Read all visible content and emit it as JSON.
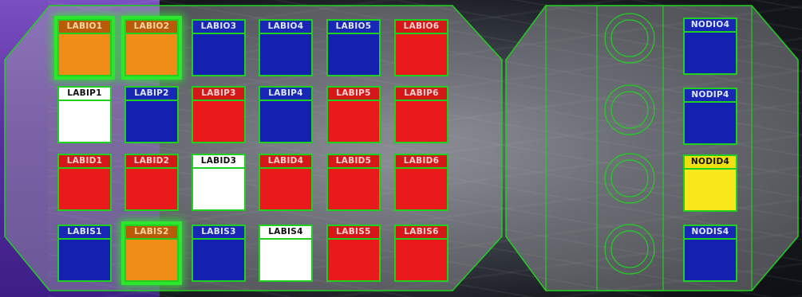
{
  "lab": {
    "racks": [
      {
        "id": "LABIO1",
        "label": "LABIO1",
        "color": "orange",
        "highlight": true
      },
      {
        "id": "LABIO2",
        "label": "LABIO2",
        "color": "orange",
        "highlight": true
      },
      {
        "id": "LABIO3",
        "label": "LABIO3",
        "color": "blue",
        "highlight": false
      },
      {
        "id": "LABIO4",
        "label": "LABIO4",
        "color": "blue",
        "highlight": false
      },
      {
        "id": "LABIO5",
        "label": "LABIO5",
        "color": "blue",
        "highlight": false
      },
      {
        "id": "LABIO6",
        "label": "LABIO6",
        "color": "red",
        "highlight": false
      },
      {
        "id": "LABIP1",
        "label": "LABIP1",
        "color": "white",
        "highlight": false
      },
      {
        "id": "LABIP2",
        "label": "LABIP2",
        "color": "blue",
        "highlight": false
      },
      {
        "id": "LABIP3",
        "label": "LABIP3",
        "color": "red",
        "highlight": false
      },
      {
        "id": "LABIP4",
        "label": "LABIP4",
        "color": "blue",
        "highlight": false
      },
      {
        "id": "LABIP5",
        "label": "LABIP5",
        "color": "red",
        "highlight": false
      },
      {
        "id": "LABIP6",
        "label": "LABIP6",
        "color": "red",
        "highlight": false
      },
      {
        "id": "LABID1",
        "label": "LABID1",
        "color": "red",
        "highlight": false
      },
      {
        "id": "LABID2",
        "label": "LABID2",
        "color": "red",
        "highlight": false
      },
      {
        "id": "LABID3",
        "label": "LABID3",
        "color": "white",
        "highlight": false
      },
      {
        "id": "LABID4",
        "label": "LABID4",
        "color": "red",
        "highlight": false
      },
      {
        "id": "LABID5",
        "label": "LABID5",
        "color": "red",
        "highlight": false
      },
      {
        "id": "LABID6",
        "label": "LABID6",
        "color": "red",
        "highlight": false
      },
      {
        "id": "LABIS1",
        "label": "LABIS1",
        "color": "blue",
        "highlight": false
      },
      {
        "id": "LABIS2",
        "label": "LABIS2",
        "color": "orange",
        "highlight": true
      },
      {
        "id": "LABIS3",
        "label": "LABIS3",
        "color": "blue",
        "highlight": false
      },
      {
        "id": "LABIS4",
        "label": "LABIS4",
        "color": "white",
        "highlight": false
      },
      {
        "id": "LABIS5",
        "label": "LABIS5",
        "color": "red",
        "highlight": false
      },
      {
        "id": "LABIS6",
        "label": "LABIS6",
        "color": "red",
        "highlight": false
      }
    ]
  },
  "node": {
    "racks": [
      {
        "id": "NODIO4",
        "label": "NODIO4",
        "color": "blue",
        "highlight": false
      },
      {
        "id": "NODIP4",
        "label": "NODIP4",
        "color": "blue",
        "highlight": false
      },
      {
        "id": "NODID4",
        "label": "NODID4",
        "color": "yellow",
        "highlight": false
      },
      {
        "id": "NODIS4",
        "label": "NODIS4",
        "color": "blue",
        "highlight": false
      }
    ]
  },
  "colors": {
    "frame": "#20d020",
    "glow": "#2ee62e",
    "orange": "#f08c18",
    "blue": "#1420b0",
    "red": "#e81a1a",
    "white": "#ffffff",
    "yellow": "#f8e81c"
  }
}
